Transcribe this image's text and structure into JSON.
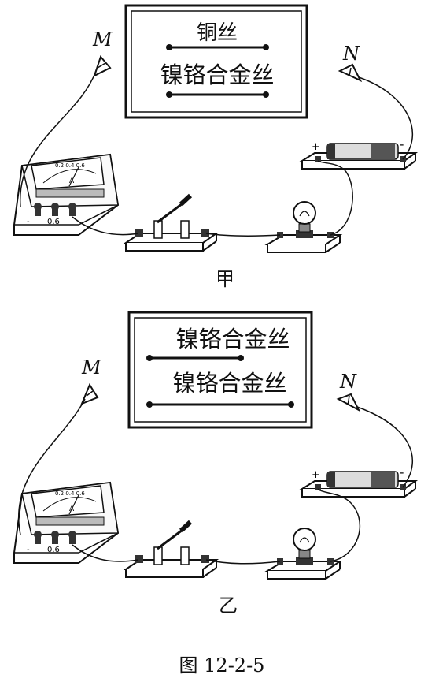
{
  "top": {
    "wire_upper": "铜丝",
    "wire_lower": "镍铬合金丝",
    "clip_left": "M",
    "clip_right": "N",
    "caption": "甲",
    "ammeter": {
      "minus": "-",
      "range": "0.6",
      "unit": "A",
      "scale": "0.2 0.4 0.6"
    },
    "battery": {
      "plus": "+",
      "minus": "-"
    }
  },
  "bottom": {
    "wire_upper": "镍铬合金丝",
    "wire_lower": "镍铬合金丝",
    "clip_left": "M",
    "clip_right": "N",
    "caption": "乙",
    "ammeter": {
      "minus": "-",
      "range": "0.6",
      "unit": "A",
      "scale": "0.2 0.4 0.6"
    },
    "battery": {
      "plus": "+",
      "minus": "-"
    }
  },
  "figure_caption": "图 12-2-5"
}
